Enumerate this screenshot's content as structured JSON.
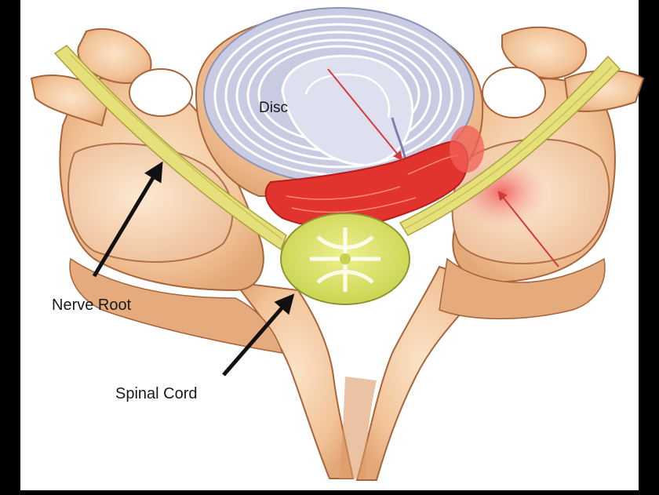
{
  "labels": {
    "disc": "Disc",
    "nerve_root": "Nerve Root",
    "spinal_cord": "Spinal Cord"
  },
  "colors": {
    "background": "#000000",
    "panel": "#ffffff",
    "bone": "#f3c9a0",
    "bone_shadow": "#dd9a66",
    "bone_outline": "#a8643a",
    "disc_fill": "#c9cbe3",
    "disc_rings": "#ffffff",
    "herniation": "#e2342e",
    "nerve_root": "#e6e07a",
    "spinal_cord": "#d9e36a",
    "pointer_dark": "#111111",
    "pointer_red": "#d23a3a"
  }
}
